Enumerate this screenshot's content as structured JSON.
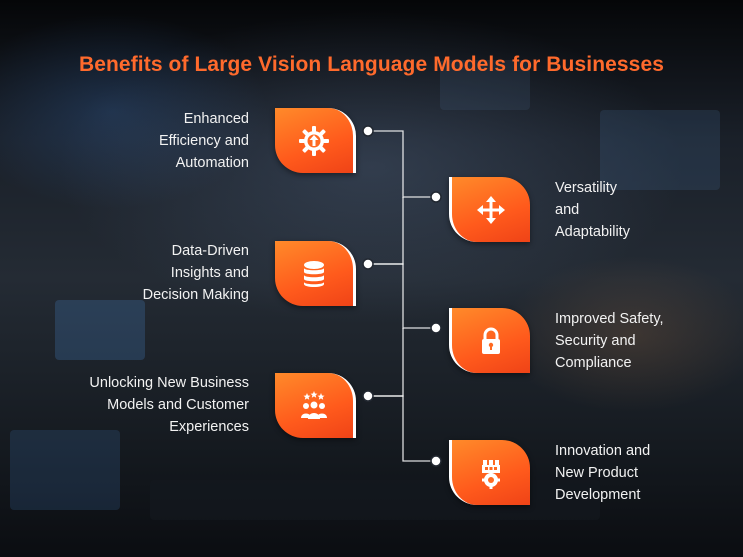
{
  "title": "Benefits of Large Vision Language Models for Businesses",
  "colors": {
    "accent": "#ff6a2c",
    "card": "#ff6420",
    "line": "#ffffff"
  },
  "benefits": [
    {
      "label_lines": [
        "Enhanced",
        "Efficiency and",
        "Automation"
      ],
      "icon": "gear-arrow-icon",
      "side": "left"
    },
    {
      "label_lines": [
        "Versatility",
        "and",
        "Adaptability"
      ],
      "icon": "move-arrows-icon",
      "side": "right"
    },
    {
      "label_lines": [
        "Data-Driven",
        "Insights and",
        "Decision Making"
      ],
      "icon": "database-icon",
      "side": "left"
    },
    {
      "label_lines": [
        "Improved Safety,",
        "Security and",
        "Compliance"
      ],
      "icon": "lock-icon",
      "side": "right"
    },
    {
      "label_lines": [
        "Unlocking New Business",
        "Models and Customer",
        "Experiences"
      ],
      "icon": "team-stars-icon",
      "side": "left"
    },
    {
      "label_lines": [
        "Innovation and",
        "New Product",
        "Development"
      ],
      "icon": "factory-gear-icon",
      "side": "right"
    }
  ]
}
